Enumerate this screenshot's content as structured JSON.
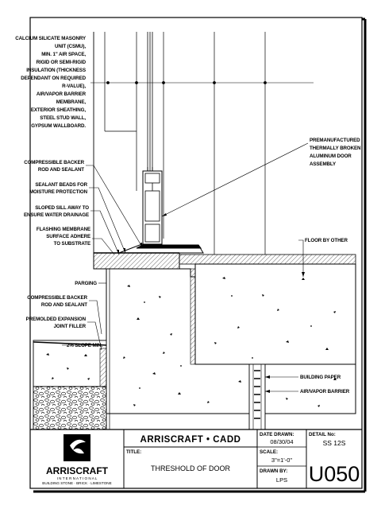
{
  "callouts_left": {
    "wall_lines": [
      "CALCIUM SILICATE MASONRY",
      "UNIT (CSMU),",
      "MIN. 1\" AIR SPACE,",
      "RIGID OR SEMI-RIGID",
      "INSULATION (THICKNESS",
      "DEPENDANT ON REQUIRED",
      "R-VALUE),",
      "AIR/VAPOR BARRIER",
      "MEMBRANE,",
      "EXTERIOR SHEATHING,",
      "STEEL STUD WALL,",
      "GYPSUM WALLBOARD."
    ],
    "backer_rod_top": [
      "COMPRESSIBLE BACKER",
      "ROD AND SEALANT"
    ],
    "sealant_beads": [
      "SEALANT BEADS FOR",
      "MOISTURE PROTECTION"
    ],
    "sloped_sill": [
      "SLOPED SILL AWAY TO",
      "ENSURE WATER DRAINAGE"
    ],
    "flashing": [
      "FLASHING MEMBRANE",
      "SURFACE ADHERE",
      "TO SUBSTRATE"
    ],
    "parging": [
      "PARGING"
    ],
    "backer_rod_bottom": [
      "COMPRESSIBLE BACKER",
      "ROD AND SEALANT"
    ],
    "expansion_filler": [
      "PREMOLDED EXPANSION",
      "JOINT FILLER"
    ],
    "slope": "2% SLOPE MIN."
  },
  "callouts_right": {
    "door": [
      "PREMANUFACTURED",
      "THERMALLY BROKEN",
      "ALUMINUM DOOR",
      "ASSEMBLY"
    ],
    "floor": "FLOOR BY OTHER",
    "building_paper": "BUILDING PAPER",
    "air_vapor": "AIR/VAPOR BARRIER"
  },
  "title_block": {
    "company": "ARRISCRAFT",
    "company_sub": "I N T E R N A T I O N A L",
    "company_tagline": "BUILDING STONE · BRICK · LIMESTONE",
    "header": "ARRISCRAFT • CADD",
    "title_label": "TITLE:",
    "title": "THRESHOLD OF DOOR",
    "date_label": "DATE DRAWN:",
    "date": "08/30/04",
    "scale_label": "SCALE:",
    "scale": "3\"=1'-0\"",
    "drawn_label": "DRAWN BY:",
    "drawn": "LPS",
    "detail_label": "DETAIL No:",
    "detail": "SS 12S",
    "sheet": "U050"
  },
  "colors": {
    "ink": "#000000",
    "paper": "#ffffff",
    "hatch": "#444444"
  }
}
